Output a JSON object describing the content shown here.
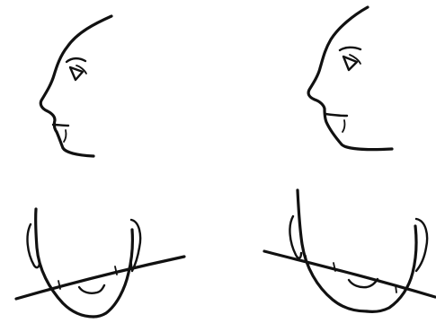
{
  "figure": {
    "panels": [
      {
        "id": "profile-left",
        "kind": "face-profile"
      },
      {
        "id": "profile-right",
        "kind": "face-profile"
      },
      {
        "id": "chin-left",
        "kind": "jaw-with-line"
      },
      {
        "id": "chin-right",
        "kind": "jaw-with-line"
      }
    ],
    "colors": {
      "ink": "#111111",
      "background": "#ffffff"
    }
  }
}
